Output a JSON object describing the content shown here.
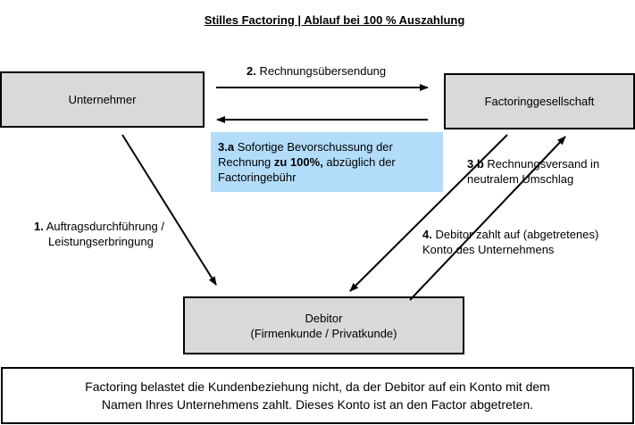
{
  "title": "Stilles Factoring | Ablauf bei 100 % Auszahlung",
  "nodes": {
    "unternehmer": "Unternehmer",
    "factoring": "Factoringgesellschaft",
    "debitor_line1": "Debitor",
    "debitor_line2": "(Firmenkunde / Privatkunde)"
  },
  "steps": {
    "step1": {
      "num": "1.",
      "line1": "Auftragsdurchführung /",
      "line2": "Leistungserbringung"
    },
    "step2": {
      "num": "2.",
      "text": "Rechnungsübersendung"
    },
    "step3a": {
      "num": "3.a",
      "line1": "Sofortige Bevorschussung der",
      "line2_a": "Rechnung ",
      "line2_bold": "zu 100%,",
      "line2_b": " abzüglich der",
      "line3": "Factoringebühr"
    },
    "step3b": {
      "num": "3.b",
      "line1": "Rechnungsversand in",
      "line2": "neutralem Umschlag"
    },
    "step4": {
      "num": "4.",
      "line1": "Debitor zahlt auf (abgetretenes)",
      "line2": "Konto  des Unternehmens"
    }
  },
  "note": {
    "line1": "Factoring belastet die Kundenbeziehung  nicht, da der Debitor auf ein Konto mit dem",
    "line2": "Namen Ihres Unternehmens zahlt. Dieses Konto ist an den Factor abgetreten."
  },
  "colors": {
    "box_fill": "#d9d9d9",
    "highlight": "#b3dcfb"
  }
}
